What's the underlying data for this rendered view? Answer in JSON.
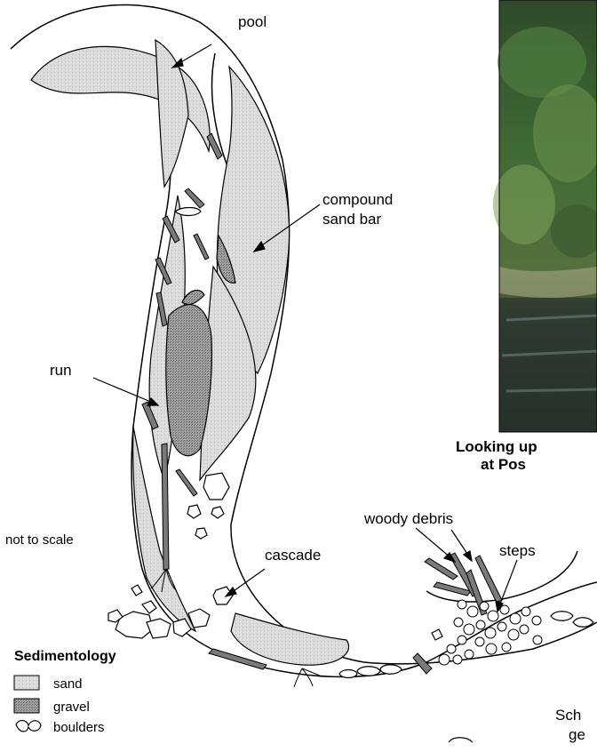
{
  "labels": {
    "pool": "pool",
    "compound_sand_bar_line1": "compound",
    "compound_sand_bar_line2": "sand bar",
    "run": "run",
    "not_to_scale": "not to scale",
    "cascade": "cascade",
    "woody_debris": "woody debris",
    "steps": "steps",
    "photo_caption_line1": "Looking up",
    "photo_caption_line2": "at Pos",
    "sch_line1": "Sch",
    "sch_line2": "ge"
  },
  "legend": {
    "title": "Sedimentology",
    "items": [
      {
        "key": "sand",
        "label": "sand",
        "color": "#d8d8d8"
      },
      {
        "key": "gravel",
        "label": "gravel",
        "color": "#8f8f8f"
      },
      {
        "key": "boulders",
        "label": "boulders",
        "color": "#ffffff"
      }
    ]
  },
  "colors": {
    "sand": "#d8d8d8",
    "gravel": "#8f8f8f",
    "wood": "#7a7a7a",
    "outline": "#000000"
  }
}
